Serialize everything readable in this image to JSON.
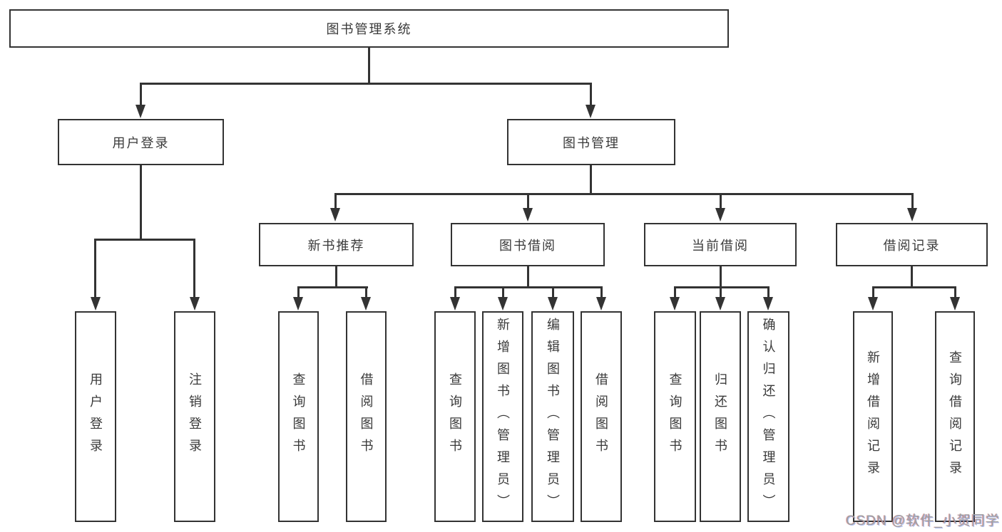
{
  "diagram": {
    "root": "图书管理系统",
    "level2": [
      "用户登录",
      "图书管理"
    ],
    "level3": [
      "新书推荐",
      "图书借阅",
      "当前借阅",
      "借阅记录"
    ],
    "leaves_user_login": [
      "用户登录",
      "注销登录"
    ],
    "leaves_new_book": [
      "查询图书",
      "借阅图书"
    ],
    "leaves_book_borrow": [
      "查询图书",
      "新增图书（管理员）",
      "编辑图书（管理员）",
      "借阅图书"
    ],
    "leaves_current_borrow": [
      "查询图书",
      "归还图书",
      "确认归还（管理员）"
    ],
    "leaves_borrow_records": [
      "新增借阅记录",
      "查询借阅记录"
    ]
  },
  "watermark": "CSDN @软件_小贺同学",
  "colors": {
    "line": "#333333",
    "text": "#3a3a3a",
    "background": "#ffffff",
    "watermark": "#a0a0a0"
  }
}
